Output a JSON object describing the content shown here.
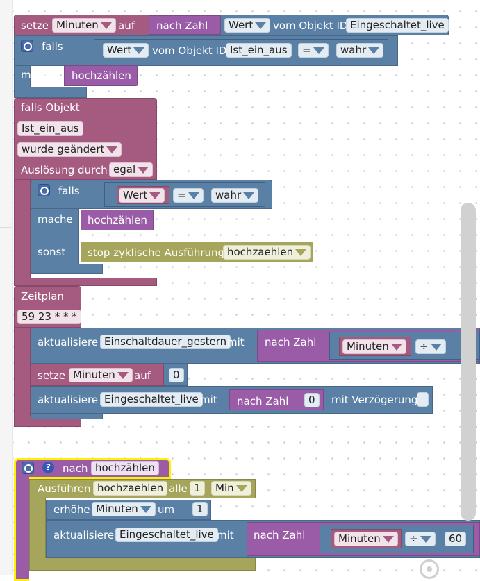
{
  "block1": {
    "setze": "setze",
    "var": "Minuten",
    "auf": "auf",
    "nach_zahl": "nach Zahl",
    "wert": "Wert",
    "vom_objekt_id": "vom Objekt ID",
    "obj_id": "Eingeschaltet_live",
    "falls": "falls",
    "wert2": "Wert",
    "vom_objekt_id2": "vom Objekt ID",
    "obj_id2": "Ist_ein_aus",
    "op": "=",
    "value": "wahr",
    "mache": "mache",
    "func": "hochzählen"
  },
  "trigger": {
    "title": "falls Objekt",
    "obj": "Ist_ein_aus",
    "cond": "wurde geändert",
    "ausloesung": "Auslösung durch",
    "ausloesung_val": "egal",
    "falls": "falls",
    "wert": "Wert",
    "op": "=",
    "value": "wahr",
    "mache": "mache",
    "func": "hochzählen",
    "sonst": "sonst",
    "stop": "stop zyklische Ausführung",
    "stop_val": "hochzaehlen"
  },
  "schedule": {
    "title": "Zeitplan",
    "cron": "59 23 * * *",
    "upd1": "aktualisiere",
    "upd1_obj": "Einschaltdauer_gestern",
    "mit": "mit",
    "nach_zahl": "nach Zahl",
    "var": "Minuten",
    "div": "÷",
    "setze": "setze",
    "var2": "Minuten",
    "auf": "auf",
    "zero": "0",
    "upd2": "aktualisiere",
    "upd2_obj": "Eingeschaltet_live",
    "mit2": "mit",
    "nach_zahl2": "nach Zahl",
    "zero2": "0",
    "verz": "mit Verzögerung"
  },
  "func": {
    "nach": "nach",
    "name": "hochzählen",
    "help": "?",
    "ausfuehren": "Ausführen",
    "interval_name": "hochzaehlen",
    "alle": "alle",
    "interval": "1",
    "unit": "Min",
    "erhoehe": "erhöhe",
    "var": "Minuten",
    "um": "um",
    "step": "1",
    "upd": "aktualisiere",
    "upd_obj": "Eingeschaltet_live",
    "mit": "mit",
    "nach_zahl": "nach Zahl",
    "var2": "Minuten",
    "div": "÷",
    "divisor": "60"
  },
  "colors": {
    "logic": "#5b80a5",
    "event": "#a55b80",
    "func": "#9a5ca6",
    "timer": "#a5a55b",
    "highlight": "#fff200"
  },
  "icons": [
    "gear-icon",
    "help-icon",
    "dropdown-arrow-icon",
    "workspace-center-icon"
  ]
}
